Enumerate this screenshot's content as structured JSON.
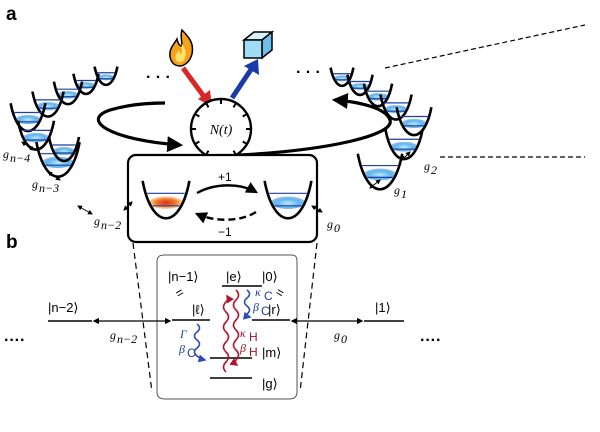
{
  "panels": {
    "a": "a",
    "b": "b"
  },
  "clock": {
    "text": "N(t)"
  },
  "transitions": {
    "up": "+1",
    "down": "−1"
  },
  "couplings_a": {
    "g_n4": "g",
    "g_n4_sub": "n−4",
    "g_n3": "g",
    "g_n3_sub": "n−3",
    "g_n2": "g",
    "g_n2_sub": "n−2",
    "g0": "g",
    "g0_sub": "0",
    "g1": "g",
    "g1_sub": "1",
    "g2": "g",
    "g2_sub": "2"
  },
  "dots": {
    "ellipsis": "····"
  },
  "states": {
    "n_minus_1": "|n−1⟩",
    "zero": "|0⟩",
    "n_minus_2": "|n−2⟩",
    "one": "|1⟩",
    "e": "|e⟩",
    "l": "|ℓ⟩",
    "r": "|r⟩",
    "m": "|m⟩",
    "g": "|g⟩"
  },
  "equals": "=",
  "couplings_b": {
    "left": "g",
    "left_sub": "n−2",
    "right": "g",
    "right_sub": "0"
  },
  "rates": {
    "kappa": "κ",
    "C": "C",
    "H": "H",
    "beta": "β",
    "gamma": "Γ"
  },
  "colors": {
    "cold_arrow": "#1a3aa8",
    "hot_arrow": "#d62828",
    "cold_decay": "#2a4bb8",
    "hot_decay": "#b3162b",
    "well_water": "#3aa0e8",
    "cube": "#8fd3f2"
  },
  "icons": {
    "hot_bath": "flame-icon",
    "cold_bath": "ice-cube-icon",
    "clock": "clock-icon"
  }
}
